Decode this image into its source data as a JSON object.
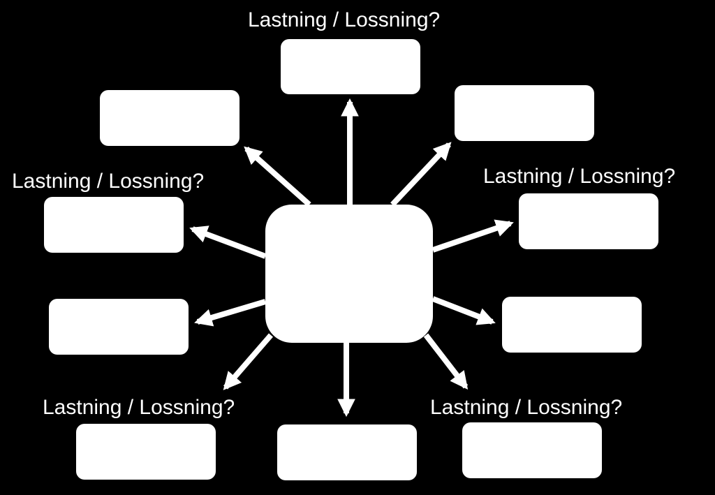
{
  "diagram": {
    "hub": {
      "text": ""
    },
    "labels": [
      "Lastning / Lossning?",
      "Lastning / Lossning?",
      "Lastning / Lossning?",
      "Lastning / Lossning?",
      "Lastning / Lossning?"
    ],
    "boxes": [
      "",
      "",
      "",
      "",
      "",
      "",
      "",
      "",
      "",
      ""
    ]
  },
  "colors": {
    "background": "#000000",
    "shapes": "#ffffff",
    "text": "#ffffff"
  }
}
